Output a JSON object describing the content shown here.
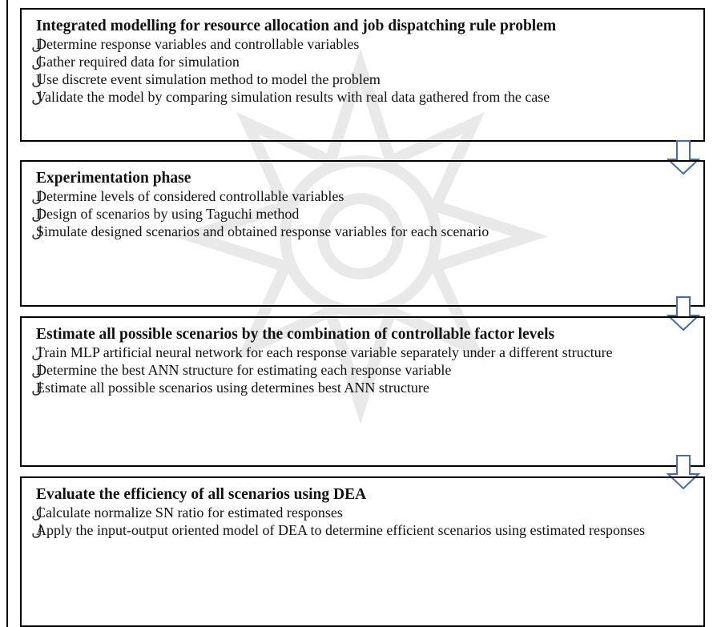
{
  "steps": [
    {
      "title": "Integrated modelling for resource allocation and job dispatching rule problem",
      "items": [
        "Determine response variables and controllable variables",
        "Gather required data for simulation",
        "Use discrete event simulation method to model the problem",
        "Validate the model by comparing simulation results with real data gathered from the case"
      ]
    },
    {
      "title": "Experimentation phase",
      "items": [
        "Determine levels of considered controllable variables",
        "Design of scenarios by using Taguchi method",
        "Simulate designed scenarios and obtained response variables for each scenario"
      ]
    },
    {
      "title": "Estimate all possible scenarios by the combination of controllable factor levels",
      "items": [
        "Train MLP artificial neural network for each response variable separately under a different structure",
        "Determine the best ANN structure for estimating each response variable",
        "Estimate all possible scenarios using determines best ANN structure"
      ]
    },
    {
      "title": "Evaluate the efficiency of all scenarios using DEA",
      "items": [
        "Calculate normalize SN ratio for estimated responses",
        "Apply the input-output oriented model of DEA to determine efficient scenarios using estimated responses"
      ]
    }
  ],
  "bullet_glyph": "ل",
  "icons": {
    "flow_arrow": "down-arrow-icon"
  },
  "colors": {
    "arrow_stroke": "#4a6e9c",
    "border": "#000000"
  }
}
